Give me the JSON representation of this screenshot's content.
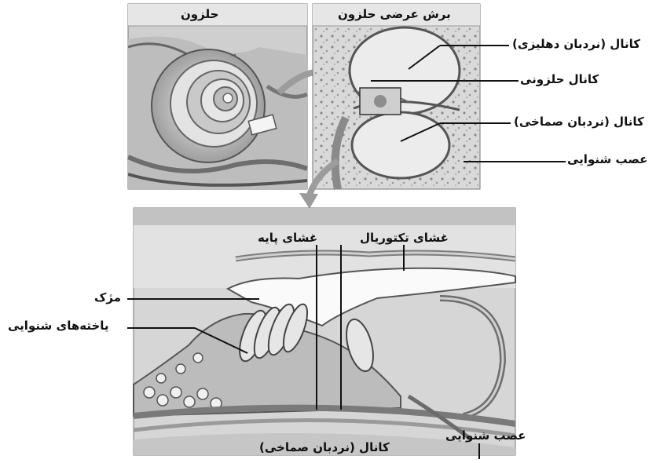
{
  "panels": {
    "cochlea_title": "حلزون",
    "cross_section_title": "برش عرضی حلزون"
  },
  "labels": {
    "vestibular_canal": "کانال (نردبان دهلیزی)",
    "cochlear_duct": "کانال حلزونی",
    "tympanic_canal": "کانال (نردبان صماخی)",
    "auditory_nerve_top": "عصب شنوایی",
    "tectorial_membrane": "غشای تکتوریال",
    "basilar_membrane": "غشای پایه",
    "cilia": "مژک",
    "hair_cells": "یاخته‌های شنوایی",
    "auditory_nerve_bottom": "عصب شنوایی",
    "tympanic_canal_bottom": "کانال (نردبان صماخی)"
  }
}
